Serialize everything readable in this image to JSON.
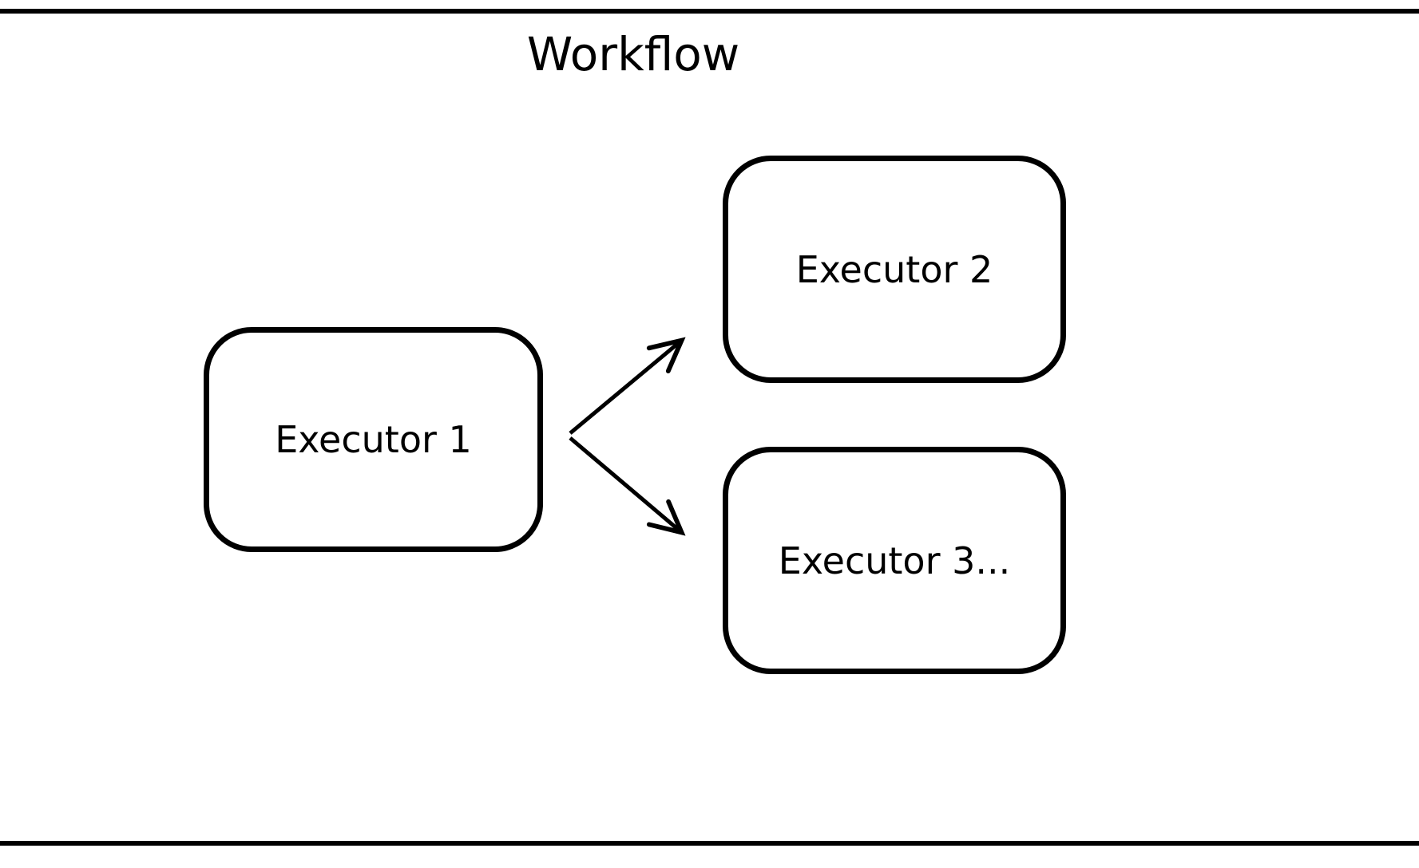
{
  "diagram": {
    "title": "Workflow",
    "nodes": [
      {
        "id": "executor-1",
        "label": "Executor 1"
      },
      {
        "id": "executor-2",
        "label": "Executor 2"
      },
      {
        "id": "executor-3",
        "label": "Executor 3..."
      }
    ],
    "edges": [
      {
        "from": "executor-1",
        "to": "executor-2"
      },
      {
        "from": "executor-1",
        "to": "executor-3"
      }
    ],
    "colors": {
      "stroke": "#000000",
      "background": "#ffffff"
    }
  }
}
